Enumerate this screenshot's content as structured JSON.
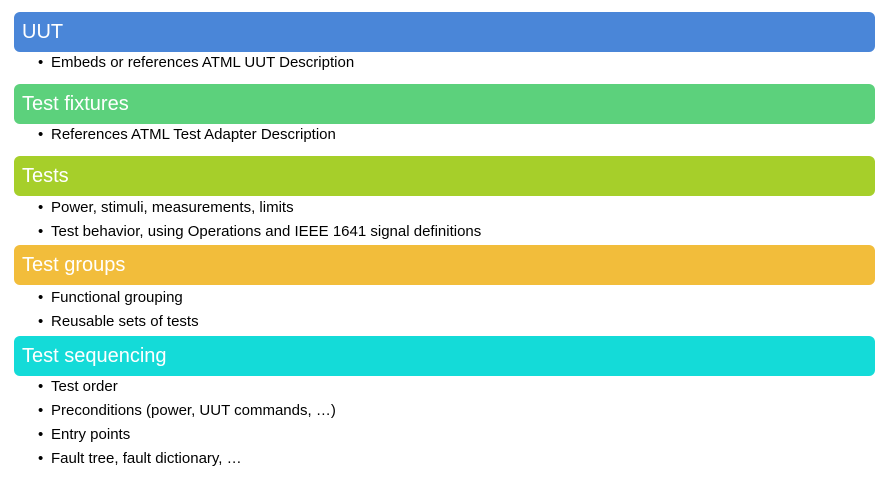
{
  "sections": [
    {
      "title": "UUT",
      "color": "#4a86d8",
      "bullets": [
        "Embeds or references ATML UUT Description"
      ]
    },
    {
      "title": "Test fixtures",
      "color": "#5cd17c",
      "bullets": [
        "References ATML Test Adapter Description"
      ]
    },
    {
      "title": "Tests",
      "color": "#a6cf2a",
      "bullets": [
        "Power, stimuli, measurements, limits",
        "Test behavior, using Operations and IEEE 1641 signal definitions"
      ]
    },
    {
      "title": "Test groups",
      "color": "#f2bd3b",
      "bullets": [
        "Functional grouping",
        "Reusable sets of tests"
      ]
    },
    {
      "title": "Test sequencing",
      "color": "#14dbd8",
      "bullets": [
        "Test order",
        "Preconditions (power, UUT commands, …)",
        "Entry points",
        "Fault tree, fault dictionary, …"
      ]
    }
  ],
  "bullet_glyph": "•"
}
